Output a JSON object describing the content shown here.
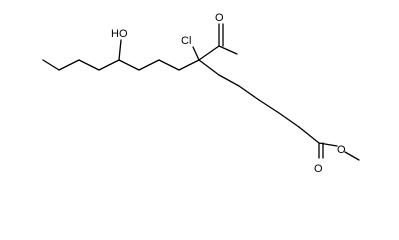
{
  "molecule": {
    "atom_labels": {
      "hydroxyl": "HO",
      "chlorine": "Cl",
      "ketone_oxygen": "O",
      "ester_carbonyl_oxygen": "O",
      "ester_ether_oxygen": "O"
    }
  }
}
